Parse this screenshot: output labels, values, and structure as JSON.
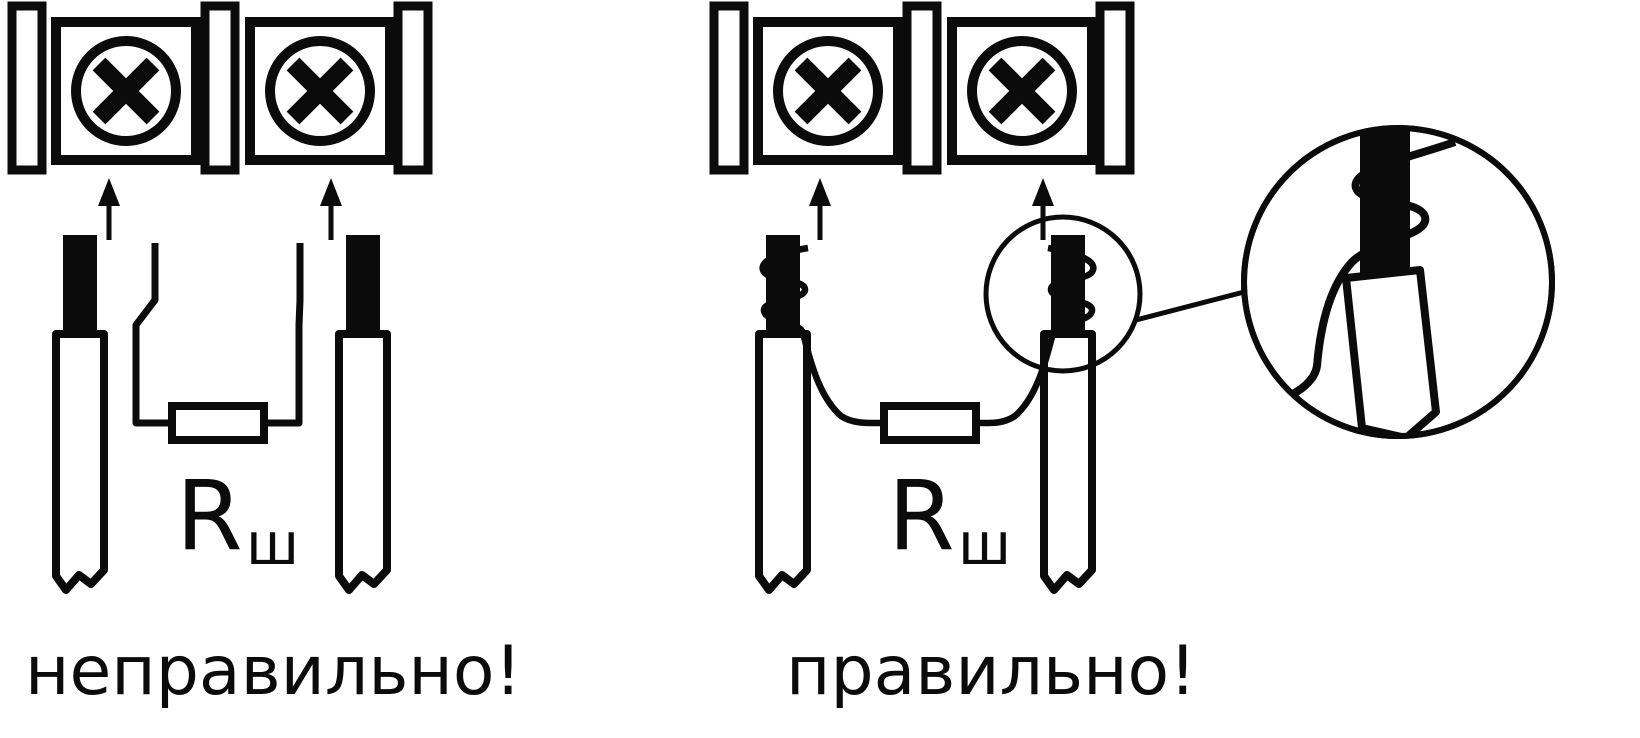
{
  "diagram": {
    "title": "shunt-resistor-wiring-comparison",
    "left_panel": {
      "caption": "неправильно!",
      "resistor_label": "R",
      "resistor_label_sub": "ш"
    },
    "right_panel": {
      "caption": "правильно!",
      "resistor_label": "R",
      "resistor_label_sub": "ш"
    },
    "colors": {
      "ink": "#0b0b0b",
      "background": "#ffffff"
    }
  }
}
